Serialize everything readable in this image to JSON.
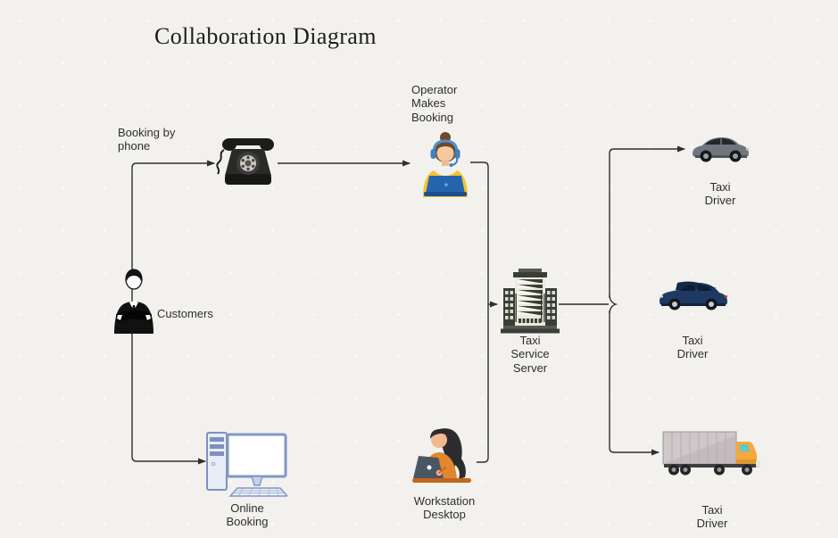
{
  "title": "Collaboration Diagram",
  "labels": {
    "booking_by_phone": "Booking by\nphone",
    "operator": "Operator\nMakes\nBooking",
    "customers": "Customers",
    "server": "Taxi\nService\nServer",
    "taxi_driver_1": "Taxi\nDriver",
    "taxi_driver_2": "Taxi\nDriver",
    "taxi_driver_3": "Taxi\nDriver",
    "online_booking": "Online\nBooking",
    "workstation": "Workstation\nDesktop"
  },
  "icons": {
    "phone": "rotary-telephone-icon",
    "operator": "call-operator-icon",
    "customers": "businessman-icon",
    "server": "office-building-icon",
    "taxi1": "gray-sedan-car-icon",
    "taxi2": "blue-hatchback-car-icon",
    "taxi3": "cargo-truck-icon",
    "online_booking": "desktop-computer-icon",
    "workstation": "woman-at-laptop-icon"
  },
  "colors": {
    "background": "#f2f1ed",
    "connector": "#2f2f2f",
    "text": "#2e2e2e",
    "operator_shirt": "#f3c52e",
    "laptop_blue": "#2565ae",
    "sweater_orange": "#e2872f",
    "truck_cab_yellow": "#f4a93c",
    "computer_outline": "#8296c6"
  }
}
